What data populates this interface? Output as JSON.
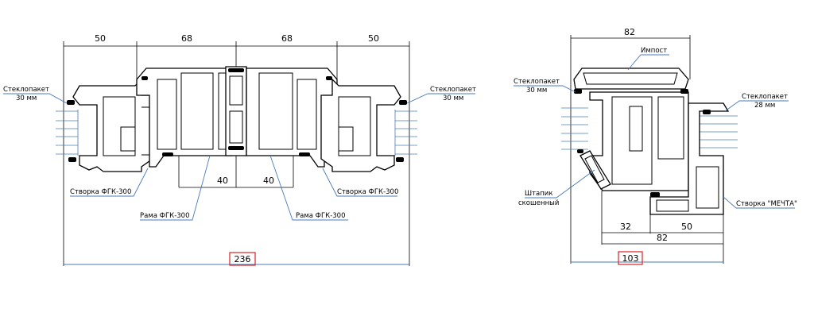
{
  "left_section": {
    "dims_top": [
      "50",
      "68",
      "68",
      "50"
    ],
    "dims_bottom": [
      "40",
      "40"
    ],
    "overall": "236",
    "labels": {
      "glass_left": "Стеклопакет",
      "glass_left_size": "30 мм",
      "glass_right": "Стеклопакет",
      "glass_right_size": "30 мм",
      "sash_left": "Створка ФГК-300",
      "sash_right": "Створка ФГК-300",
      "frame_left": "Рама ФГК-300",
      "frame_right": "Рама ФГК-300"
    }
  },
  "right_section": {
    "dim_top": "82",
    "dim_32": "32",
    "dim_50": "50",
    "dim_82": "82",
    "overall": "103",
    "labels": {
      "impost": "Импост",
      "glass_left": "Стеклопакет",
      "glass_left_size": "30 мм",
      "glass_right": "Стеклопакет",
      "glass_right_size": "28 мм",
      "bead_1": "Штапик",
      "bead_2": "скошенный",
      "sash": "Створка \"МЕЧТА\""
    }
  },
  "colors": {
    "line": "#000000",
    "accent": "#4a7bb7",
    "box": "#dd2222"
  }
}
